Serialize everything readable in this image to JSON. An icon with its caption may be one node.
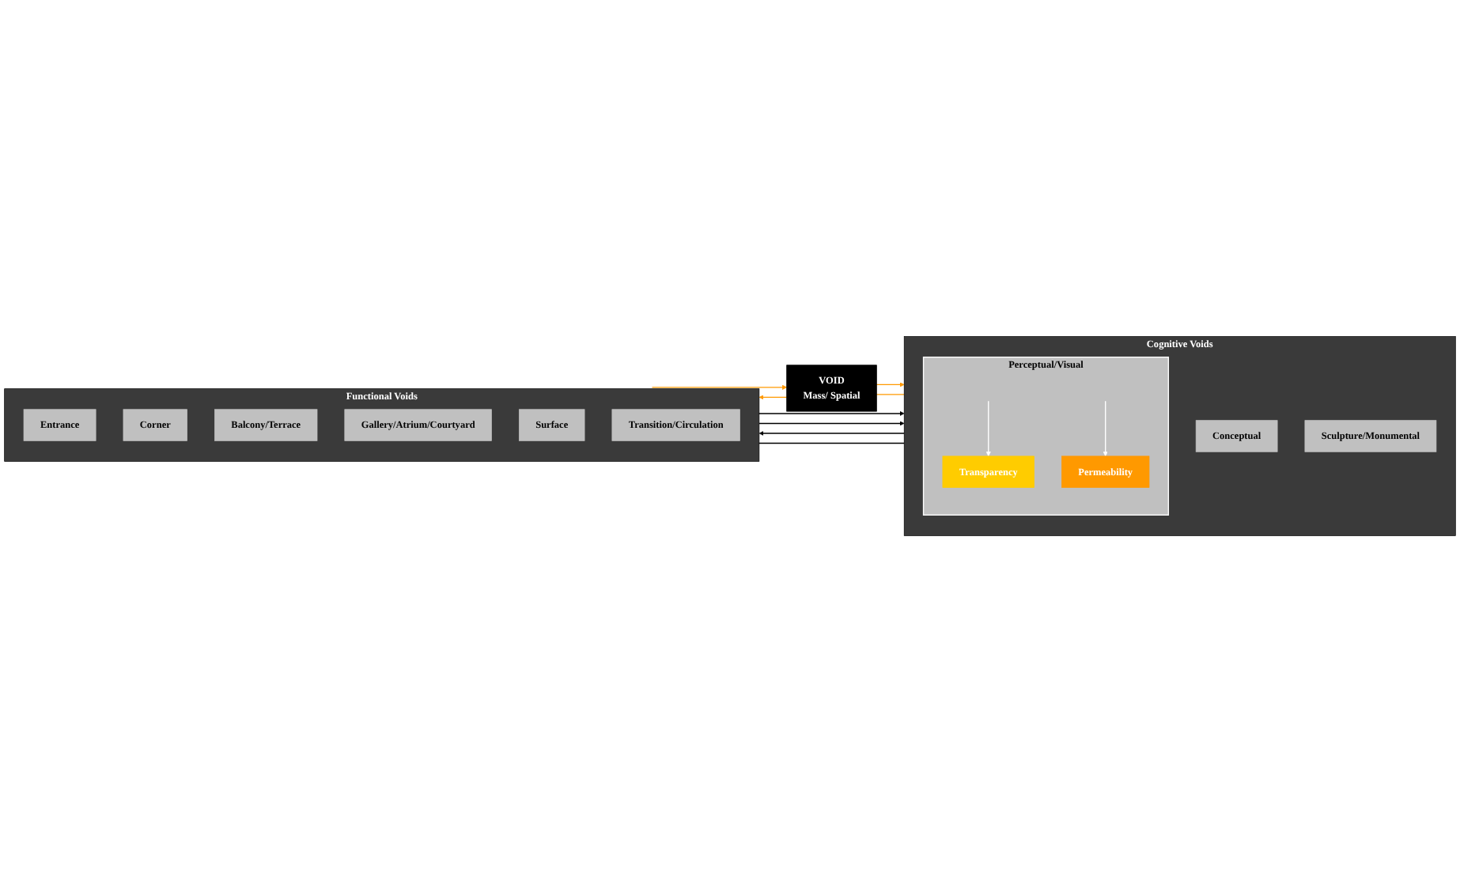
{
  "diagram": {
    "nodes": [
      {
        "text": [
          "VOID",
          "Mass/ Spatial"
        ]
      },
      {
        "text": [
          "Cognitive Voids"
        ]
      },
      {
        "text": [
          "Functional Voids"
        ]
      },
      {
        "text": [
          "Conceptual"
        ],
        "in": 1
      },
      {
        "text": [
          "Perceptual/Visual"
        ],
        "in": 1
      },
      {
        "text": [
          "Transparency"
        ],
        "in": 4
      },
      {
        "text": [
          "Permeability"
        ],
        "in": 4
      },
      {
        "text": [
          "Sculpture/Monumental"
        ],
        "in": 1
      },
      {
        "text": [
          "Entrance"
        ],
        "in": 2
      },
      {
        "text": [
          "Corner"
        ],
        "in": 2
      },
      {
        "text": [
          "Balcony/Terrace"
        ],
        "in": 2
      },
      {
        "text": [
          "Gallery/Atrium/Courtyard"
        ],
        "in": 2
      },
      {
        "text": [
          "Surface"
        ],
        "in": 2
      },
      {
        "text": [
          "Transition/Circulation"
        ],
        "in": 2
      }
    ],
    "edges": [
      {
        "from": 0,
        "to": 1,
        "arrow": "to",
        "color": "#ff9900"
      },
      {
        "from": 1,
        "to": 0,
        "arrow": "to",
        "color": "#ff9900"
      },
      {
        "from": 0,
        "to": 2,
        "arrow": "to",
        "color": "#ff9900"
      },
      {
        "from": 2,
        "to": 0,
        "arrow": "to",
        "color": "#ff9900"
      },
      {
        "from": 1,
        "to": 2,
        "arrow": "to",
        "color": "#000000"
      },
      {
        "from": 2,
        "to": 1,
        "arrow": "to",
        "color": "#000000"
      },
      {
        "from": 1,
        "to": 2,
        "arrow": "to",
        "color": "#000000"
      },
      {
        "from": 2,
        "to": 1,
        "arrow": "to",
        "color": "#000000"
      },
      {
        "from": null,
        "to": 5,
        "arrow": "to",
        "color": "#ffffff"
      },
      {
        "from": null,
        "to": 6,
        "arrow": "to",
        "color": "#ffffff"
      }
    ]
  }
}
